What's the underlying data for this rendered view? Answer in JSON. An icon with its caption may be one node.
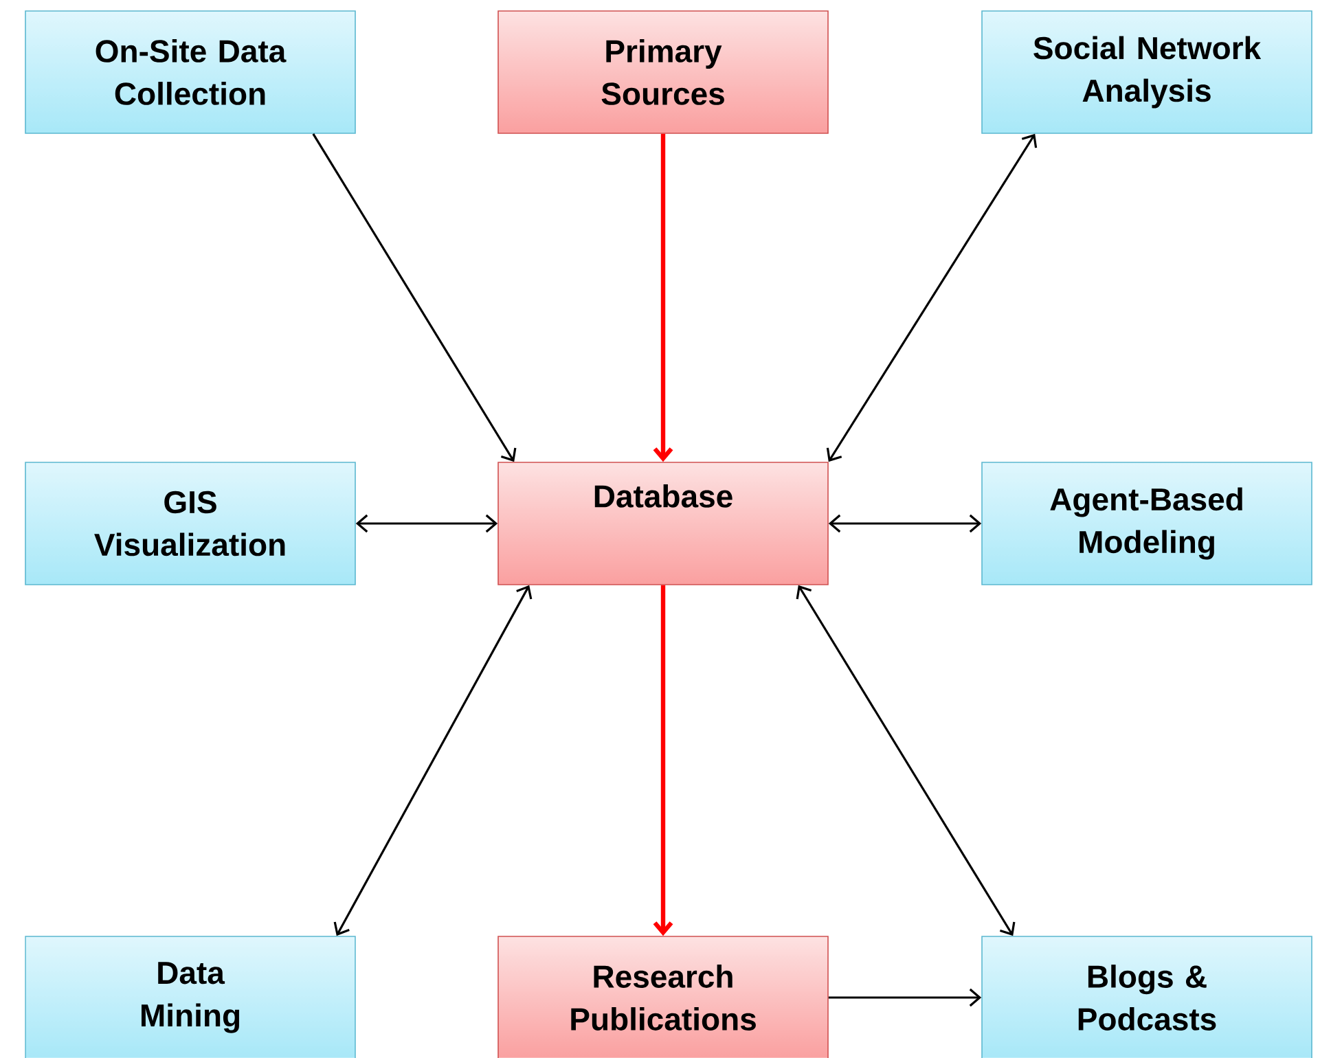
{
  "diagram": {
    "nodes": [
      {
        "text": [
          "On-Site Data Collection"
        ]
      },
      {
        "text": [
          "Primary Sources"
        ]
      },
      {
        "text": [
          "Social Network Analysis"
        ]
      },
      {
        "text": [
          "GIS Visualization"
        ]
      },
      {
        "text": [
          "Database"
        ]
      },
      {
        "text": [
          "Agent-Based Modeling"
        ]
      },
      {
        "text": [
          "Data Mining"
        ]
      },
      {
        "text": [
          "Research Publications"
        ]
      },
      {
        "text": [
          "Blogs & Podcasts"
        ]
      }
    ],
    "edges": [
      {
        "from": 0,
        "to": 4,
        "arrow": "to"
      },
      {
        "from": 1,
        "to": 4,
        "arrow": "to",
        "style": "thick",
        "color": "#ff0000"
      },
      {
        "from": 4,
        "to": 2,
        "arrow": "both"
      },
      {
        "from": 3,
        "to": 4,
        "arrow": "both"
      },
      {
        "from": 4,
        "to": 5,
        "arrow": "both"
      },
      {
        "from": 4,
        "to": 6,
        "arrow": "both"
      },
      {
        "from": 4,
        "to": 7,
        "arrow": "to",
        "style": "thick",
        "color": "#ff0000"
      },
      {
        "from": 4,
        "to": 8,
        "arrow": "both"
      },
      {
        "from": 7,
        "to": 8,
        "arrow": "to"
      }
    ]
  }
}
